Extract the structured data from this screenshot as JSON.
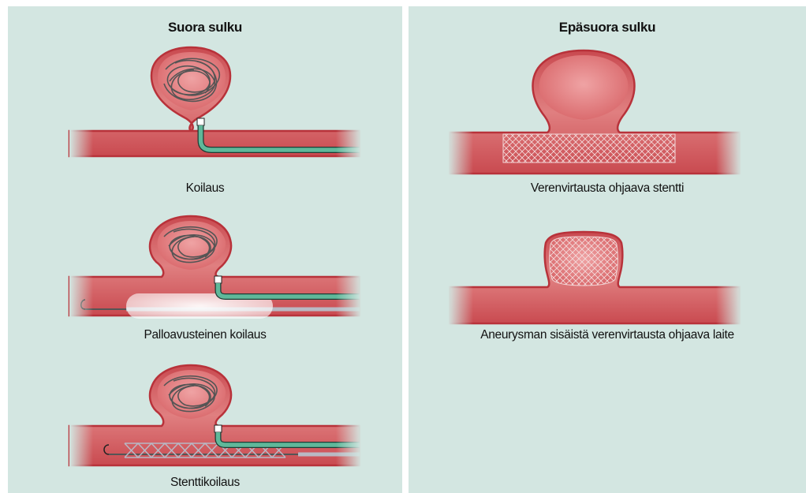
{
  "left": {
    "title": "Suora sulku",
    "captions": [
      "Koilaus",
      "Palloavusteinen koilaus",
      "Stenttikoilaus"
    ]
  },
  "right": {
    "title": "Epäsuora sulku",
    "captions": [
      "Verenvirtausta ohjaava stentti",
      "Aneurysman sisäistä verenvirtausta ohjaava laite"
    ]
  },
  "colors": {
    "panel_bg": "#d3e6e1",
    "vessel_fill": "#d9676a",
    "vessel_outline": "#b8323a",
    "catheter": "#5fb89a",
    "coil": "#555555"
  }
}
